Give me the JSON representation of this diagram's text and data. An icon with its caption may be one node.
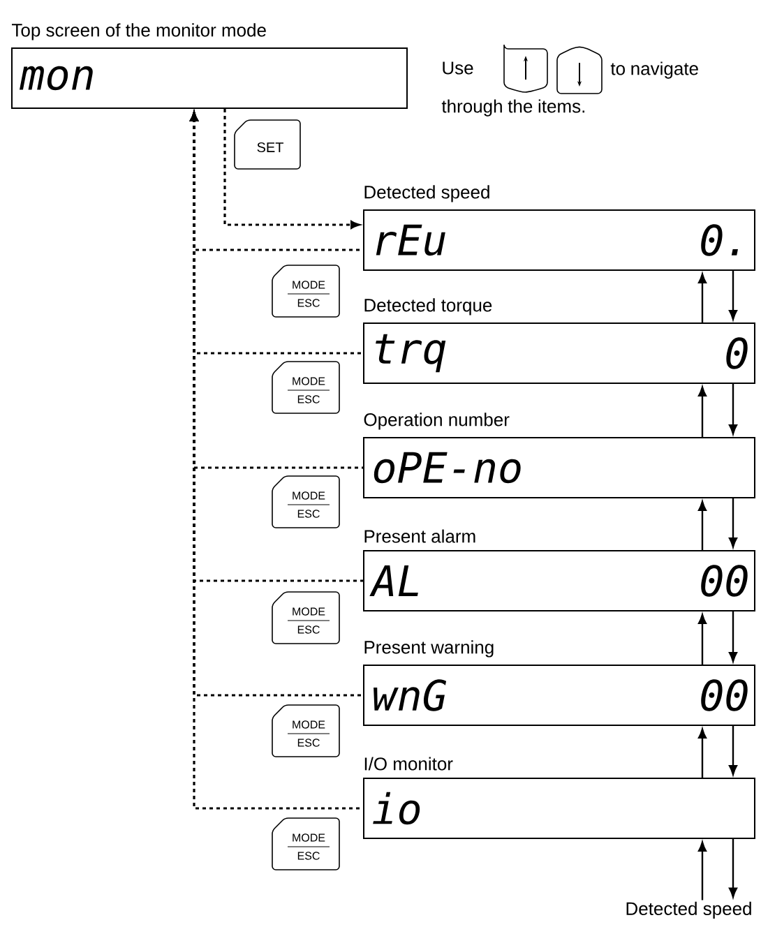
{
  "diagram": {
    "nodes": [
      {
        "text": [
          "Top screen of the monitor mode",
          "mon"
        ]
      },
      {
        "text": [
          "Detected speed",
          "rEu",
          "0."
        ]
      },
      {
        "text": [
          "Detected torque",
          "trq",
          "0"
        ]
      },
      {
        "text": [
          "Operation number",
          "oPE-no"
        ]
      },
      {
        "text": [
          "Present alarm",
          "AL",
          "00"
        ]
      },
      {
        "text": [
          "Present warning",
          "wnG",
          "00"
        ]
      },
      {
        "text": [
          "I/O monitor",
          "io"
        ]
      },
      {
        "text": [
          "Detected speed"
        ]
      }
    ],
    "edges": [
      {
        "from": 0,
        "to": 1,
        "arrow": "to",
        "style": "dashed",
        "label": "SET"
      },
      {
        "from": 1,
        "to": 0,
        "arrow": "to",
        "style": "dashed",
        "label": "MODE ESC"
      },
      {
        "from": 2,
        "to": 0,
        "arrow": "to",
        "style": "dashed",
        "label": "MODE ESC"
      },
      {
        "from": 3,
        "to": 0,
        "arrow": "to",
        "style": "dashed",
        "label": "MODE ESC"
      },
      {
        "from": 4,
        "to": 0,
        "arrow": "to",
        "style": "dashed",
        "label": "MODE ESC"
      },
      {
        "from": 5,
        "to": 0,
        "arrow": "to",
        "style": "dashed",
        "label": "MODE ESC"
      },
      {
        "from": 6,
        "to": 0,
        "arrow": "to",
        "style": "dashed",
        "label": "MODE ESC"
      },
      {
        "from": 2,
        "to": 1,
        "arrow": "to"
      },
      {
        "from": 1,
        "to": 2,
        "arrow": "to"
      },
      {
        "from": 3,
        "to": 2,
        "arrow": "to"
      },
      {
        "from": 2,
        "to": 3,
        "arrow": "to"
      },
      {
        "from": 4,
        "to": 3,
        "arrow": "to"
      },
      {
        "from": 3,
        "to": 4,
        "arrow": "to"
      },
      {
        "from": 5,
        "to": 4,
        "arrow": "to"
      },
      {
        "from": 4,
        "to": 5,
        "arrow": "to"
      },
      {
        "from": 6,
        "to": 5,
        "arrow": "to"
      },
      {
        "from": 5,
        "to": 6,
        "arrow": "to"
      },
      {
        "from": 7,
        "to": 6,
        "arrow": "to"
      },
      {
        "from": 6,
        "to": 7,
        "arrow": "to"
      }
    ],
    "labels": [
      "Use",
      "to navigate through the items."
    ]
  }
}
